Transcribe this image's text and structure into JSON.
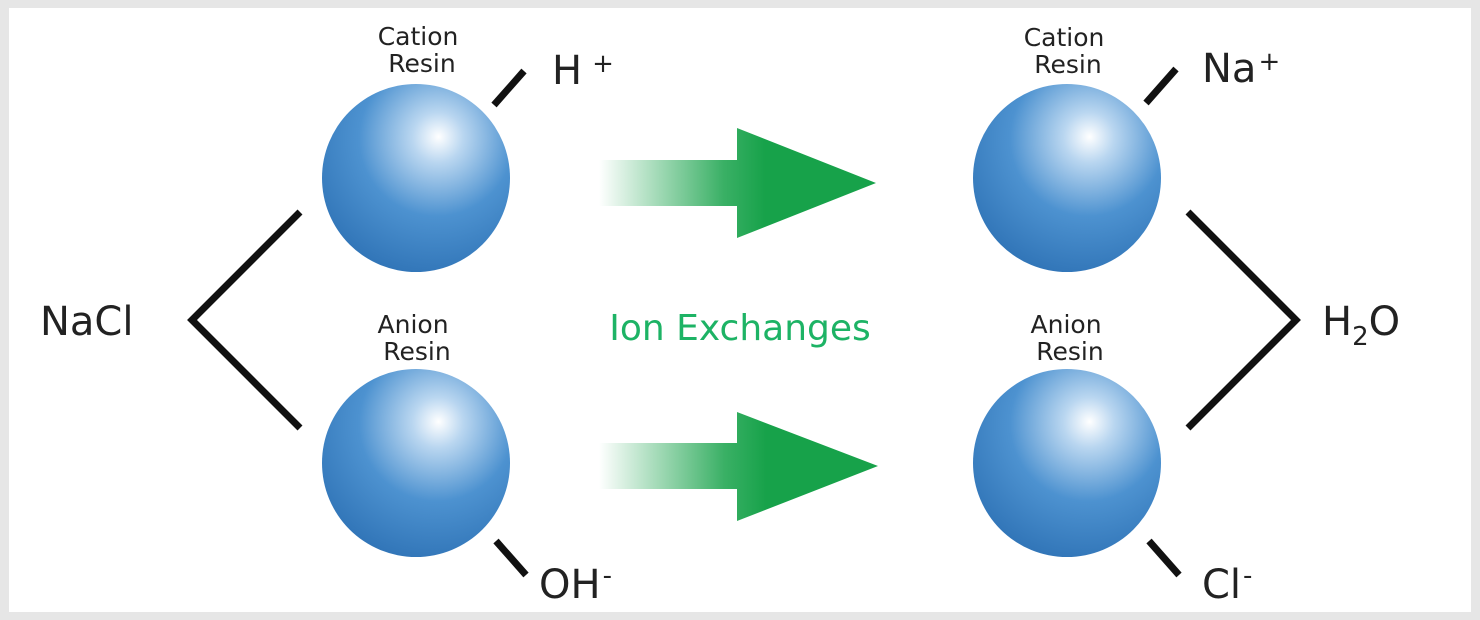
{
  "resins": {
    "cation_before": {
      "line1": "Cation",
      "line2": "Resin",
      "ion": "H",
      "charge": "+"
    },
    "anion_before": {
      "line1": "Anion",
      "line2": "Resin",
      "ion": "OH",
      "charge": "-"
    },
    "cation_after": {
      "line1": "Cation",
      "line2": "Resin",
      "ion": "Na",
      "charge": "+"
    },
    "anion_after": {
      "line1": "Anion",
      "line2": "Resin",
      "ion": "Cl",
      "charge": "-"
    }
  },
  "reactant": "NaCl",
  "product": {
    "base": "H",
    "subscript": "2",
    "tail": "O"
  },
  "caption": "Ion Exchanges",
  "colors": {
    "bead": "#3f86c7",
    "bead_highlight": "#ffffff",
    "arrow": "#17a24a",
    "caption": "#1db365",
    "lines": "#111111"
  }
}
